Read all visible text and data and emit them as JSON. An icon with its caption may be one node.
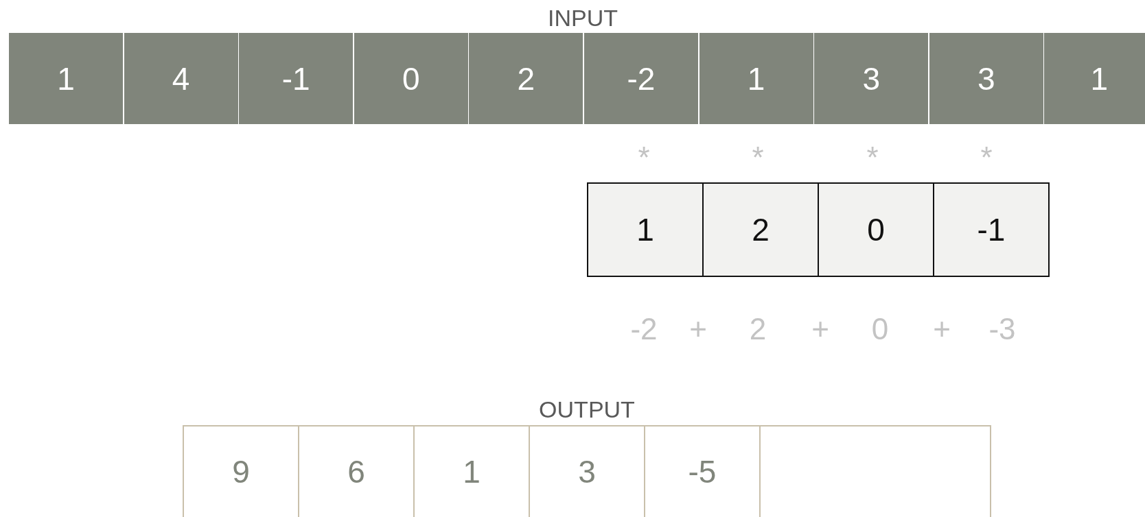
{
  "diagram": {
    "nodes": [
      {
        "text": [
          "1"
        ]
      },
      {
        "text": [
          "4"
        ]
      },
      {
        "text": [
          "-1"
        ]
      },
      {
        "text": [
          "0"
        ]
      },
      {
        "text": [
          "2"
        ]
      },
      {
        "text": [
          "-2"
        ]
      },
      {
        "text": [
          "1"
        ]
      },
      {
        "text": [
          "3"
        ]
      },
      {
        "text": [
          "3"
        ]
      },
      {
        "text": [
          "1"
        ]
      },
      {
        "text": [
          "1"
        ]
      },
      {
        "text": [
          "2"
        ]
      },
      {
        "text": [
          "0"
        ]
      },
      {
        "text": [
          "-1"
        ]
      },
      {
        "text": [
          "9"
        ]
      },
      {
        "text": [
          "6"
        ]
      },
      {
        "text": [
          "1"
        ]
      },
      {
        "text": [
          "3"
        ]
      },
      {
        "text": [
          "-5"
        ]
      },
      {
        "text": [],
        "shape": "box"
      }
    ],
    "labels": [
      "INPUT",
      "*",
      "*",
      "*",
      "*",
      "-2",
      "+",
      "2",
      "+",
      "0",
      "+",
      "-3",
      "OUTPUT"
    ]
  }
}
